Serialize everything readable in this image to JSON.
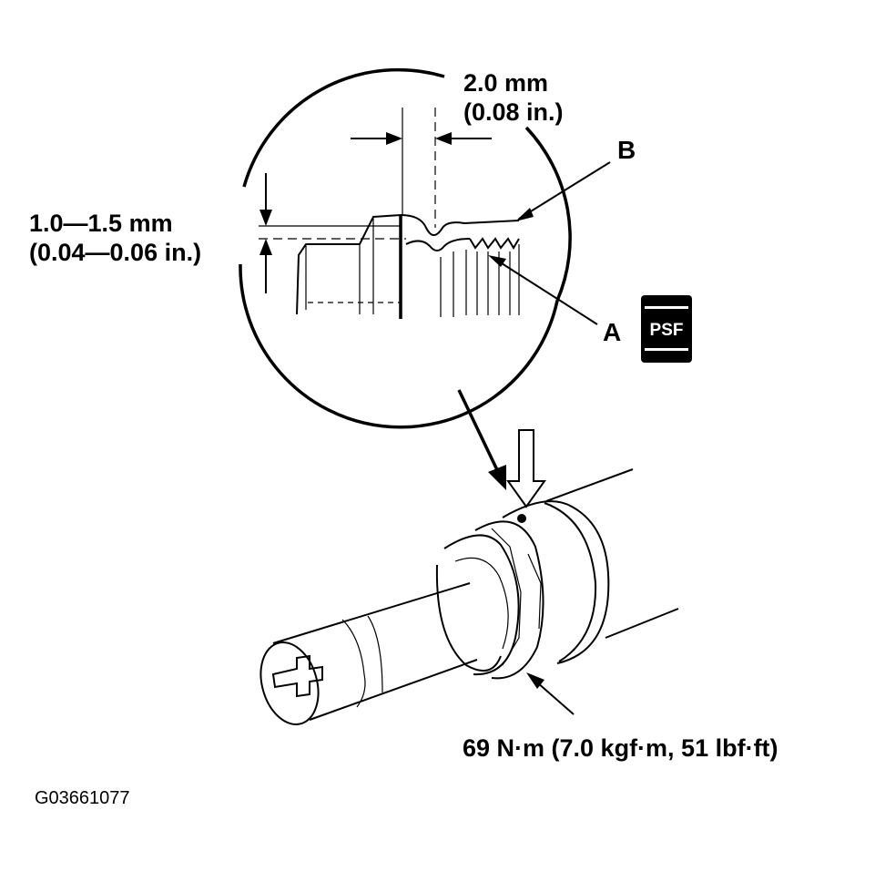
{
  "labels": {
    "gap_width_mm": "2.0 mm",
    "gap_width_in": "(0.08 in.)",
    "depth_mm": "1.0—1.5 mm",
    "depth_in": "(0.04—0.06 in.)",
    "callout_a": "A",
    "callout_b": "B",
    "psf_badge": "PSF",
    "torque_spec": "69 N·m (7.0 kgf·m, 51 lbf·ft)",
    "figure_code": "G03661077"
  }
}
